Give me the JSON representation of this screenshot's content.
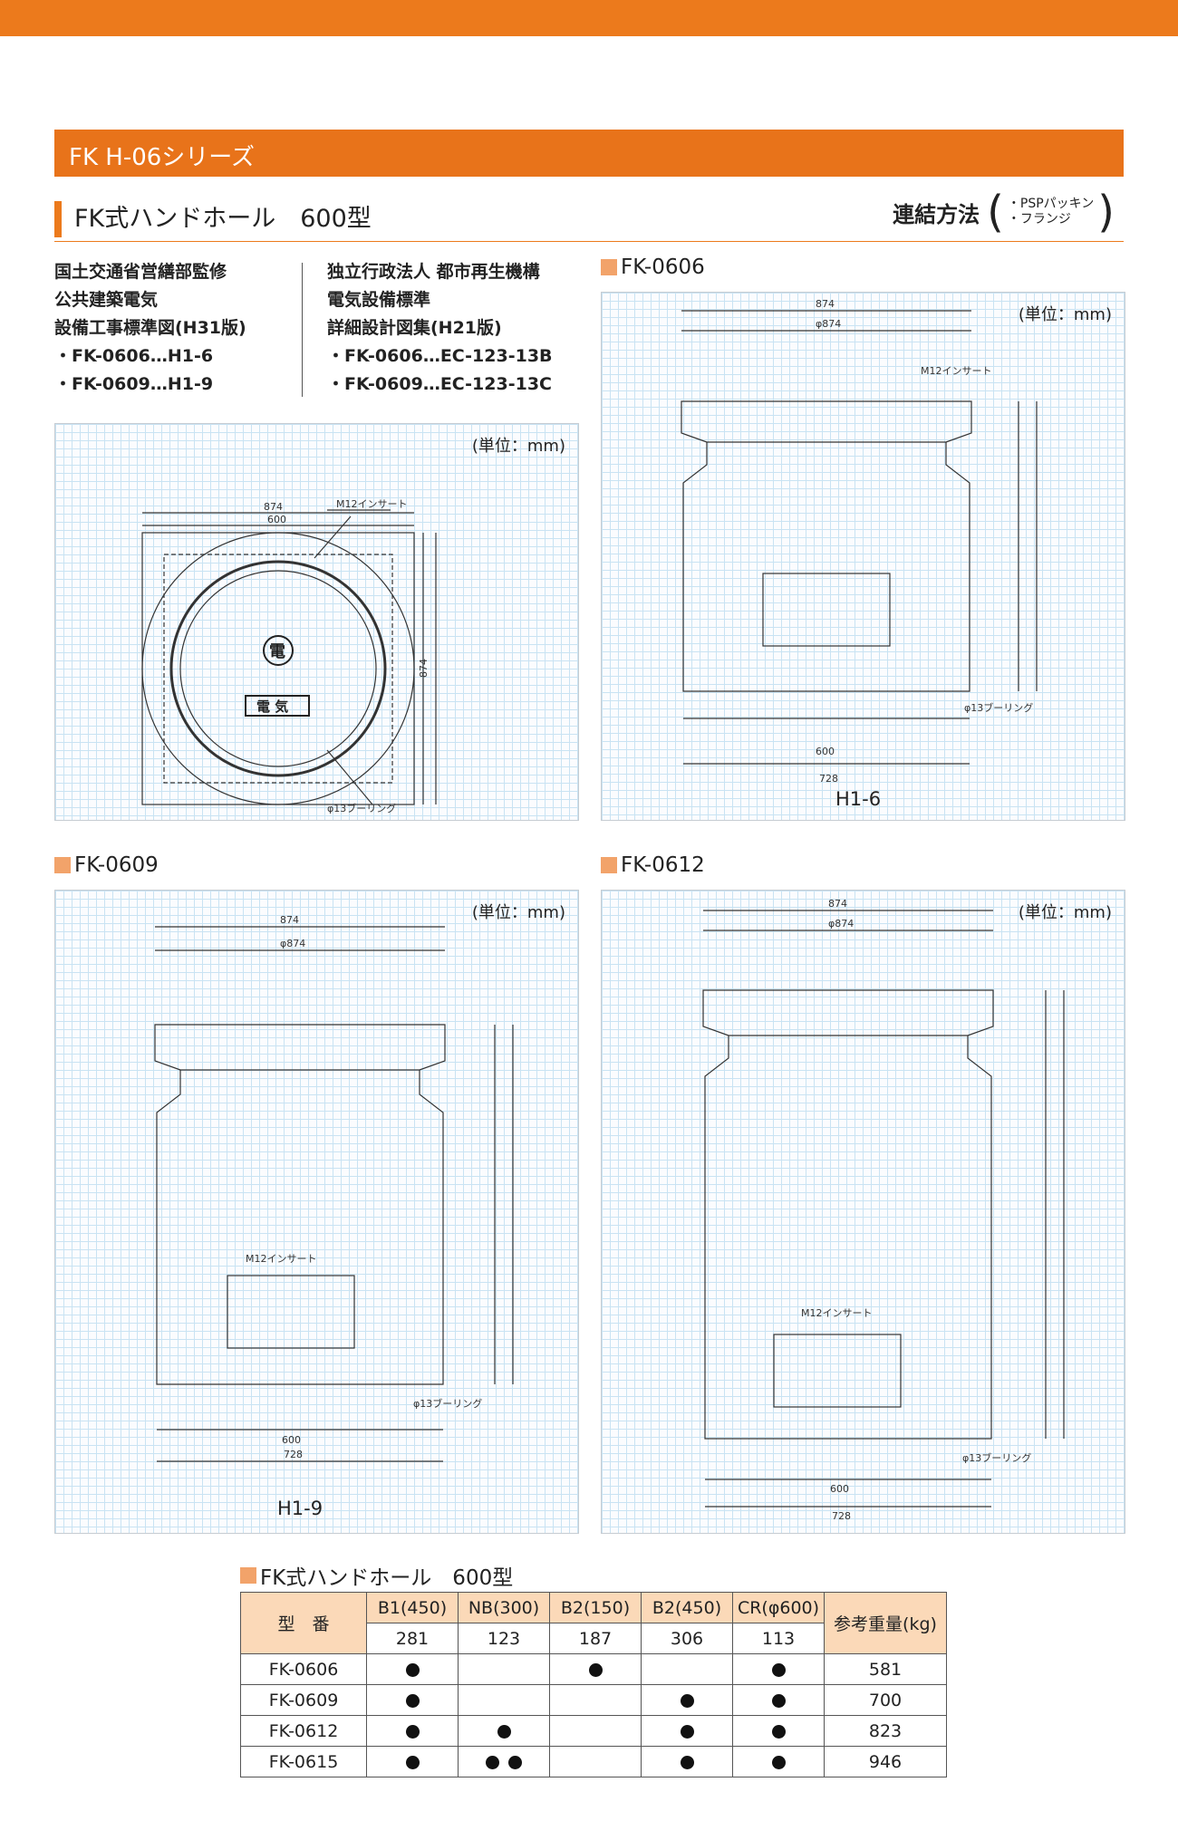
{
  "series_title": "FK H-06シリーズ",
  "product_title": "FK式ハンドホール　600型",
  "connection": {
    "label": "連結方法",
    "options": [
      "・PSPパッキン",
      "・フランジ"
    ]
  },
  "notes_left": [
    "国土交通省営繕部監修",
    "公共建築電気",
    "設備工事標準図(H31版)",
    "・FK-0606…H1-6",
    "・FK-0609…H1-9"
  ],
  "notes_right": [
    "独立行政法人 都市再生機構",
    "電気設備標準",
    "詳細設計図集(H21版)",
    "・FK-0606…EC-123-13B",
    "・FK-0609…EC-123-13C"
  ],
  "unit_label": "(単位：mm)",
  "panels": {
    "plan": {
      "title": ""
    },
    "fk0606": {
      "title": "FK-0606",
      "code": "H1-6"
    },
    "fk0609": {
      "title": "FK-0609",
      "code": "H1-9"
    },
    "fk0612": {
      "title": "FK-0612",
      "code": ""
    }
  },
  "drawing_labels": {
    "insert": "M12インサート",
    "bolt": "φ13ブーリング",
    "lid_mark": "電",
    "lid_text": "電 気"
  },
  "table": {
    "title": "FK式ハンドホール　600型",
    "type_header": "型　番",
    "weight_header": "参考重量(kg)",
    "columns": [
      {
        "name": "B1(450)",
        "height": "281"
      },
      {
        "name": "NB(300)",
        "height": "123"
      },
      {
        "name": "B2(150)",
        "height": "187"
      },
      {
        "name": "B2(450)",
        "height": "306"
      },
      {
        "name": "CR(φ600)",
        "height": "113"
      }
    ],
    "rows": [
      {
        "model": "FK-0606",
        "marks": [
          1,
          0,
          1,
          0,
          1
        ],
        "weight": "581"
      },
      {
        "model": "FK-0609",
        "marks": [
          1,
          0,
          0,
          1,
          1
        ],
        "weight": "700"
      },
      {
        "model": "FK-0612",
        "marks": [
          1,
          1,
          0,
          1,
          1
        ],
        "weight": "823"
      },
      {
        "model": "FK-0615",
        "marks": [
          1,
          2,
          0,
          1,
          1
        ],
        "weight": "946"
      }
    ]
  }
}
